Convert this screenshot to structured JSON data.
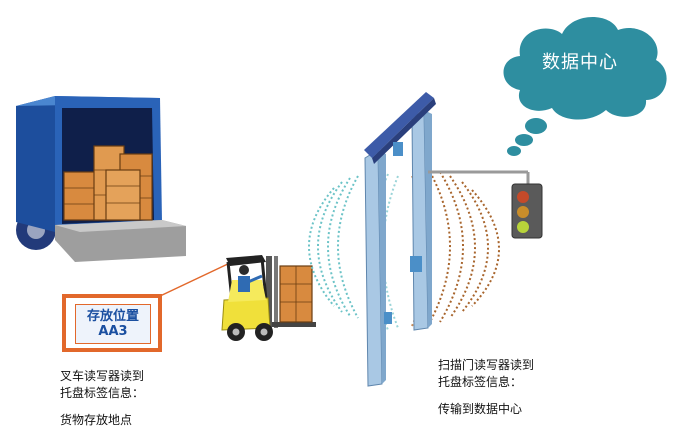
{
  "cloud": {
    "label": "数据中心"
  },
  "storage_label": {
    "line1": "存放位置",
    "line2": "AA3"
  },
  "forklift_text": {
    "line1": "叉车读写器读到",
    "line2": "托盘标签信息：",
    "line3": "货物存放地点"
  },
  "gate_text": {
    "line1": "扫描门读写器读到",
    "line2": "托盘标签信息：",
    "line3": "传输到数据中心"
  },
  "colors": {
    "cloud": "#2e8ea0",
    "truck": "#1f55a8",
    "box": "#d88a3f",
    "forklift": "#f0e03a",
    "gate": "#a9c8e4",
    "label_border": "#e2682b",
    "wave_teal": "#6cc3c7",
    "wave_brown": "#a8652d"
  }
}
